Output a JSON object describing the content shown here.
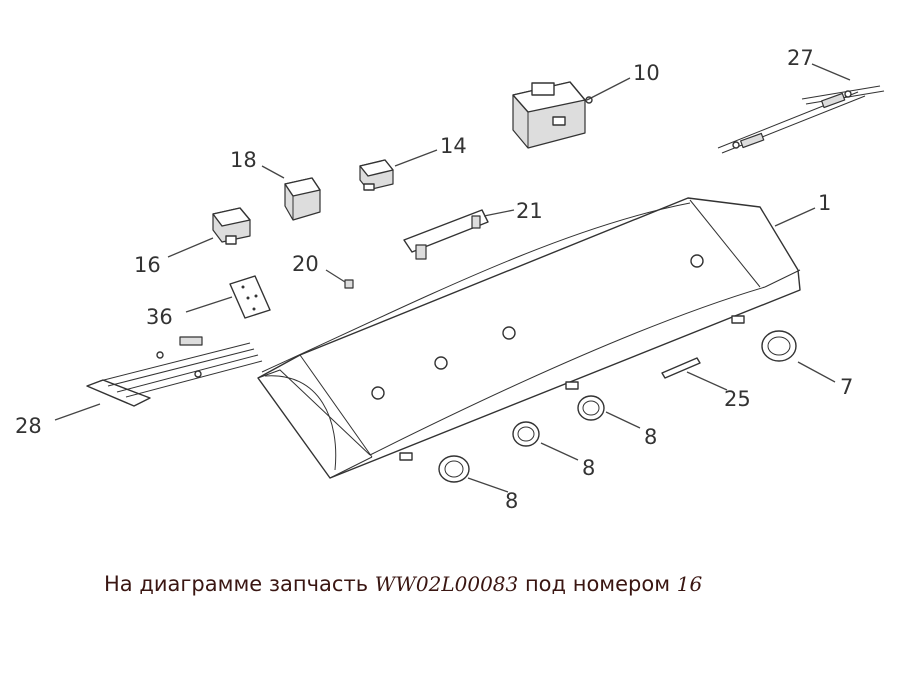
{
  "callouts": {
    "c1": "1",
    "c7": "7",
    "c8a": "8",
    "c8b": "8",
    "c8c": "8",
    "c10": "10",
    "c14": "14",
    "c16": "16",
    "c18": "18",
    "c20": "20",
    "c21": "21",
    "c25": "25",
    "c27": "27",
    "c28": "28",
    "c36": "36"
  },
  "caption": {
    "prefix": "На диаграмме запчасть",
    "part_code": "WW02L00083",
    "middle": "под номером",
    "part_number": "16"
  },
  "colors": {
    "caption_text": "#3a1612",
    "line_art": "#333333"
  }
}
